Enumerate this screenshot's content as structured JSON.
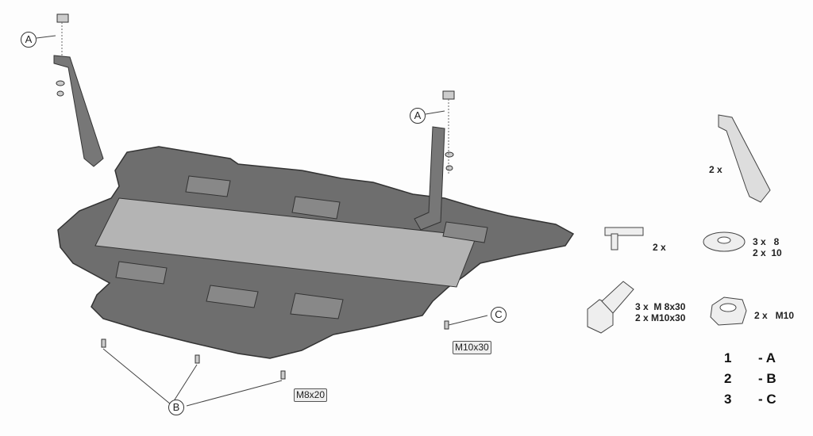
{
  "callouts": {
    "a1": "A",
    "a2": "A",
    "b": "B",
    "c": "C"
  },
  "bolt_labels": {
    "m10": "M10x30",
    "m8": "M8x20"
  },
  "parts": {
    "bracket": "2 x",
    "clip": "2 x",
    "washer": "3 x   8\n2 x  10",
    "bolt": "3 x  M 8x30\n2 x M10x30",
    "nut": "2 x   M10"
  },
  "legend": [
    {
      "num": "1",
      "letter": "- A"
    },
    {
      "num": "2",
      "letter": "- B"
    },
    {
      "num": "3",
      "letter": "- C"
    }
  ],
  "colors": {
    "plate": "#6e6e6e",
    "strip": "#b4b4b4",
    "line": "#333333"
  }
}
